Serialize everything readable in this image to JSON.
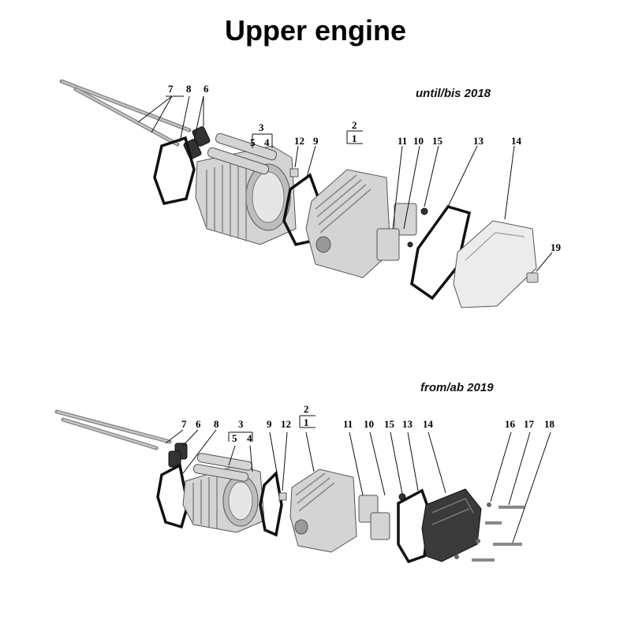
{
  "title": "Upper engine",
  "sections": [
    {
      "caption": "until/bis 2018",
      "labels": {
        "p7": "7",
        "p8": "8",
        "p6": "6",
        "p3": "3",
        "p5": "5",
        "p4": "4",
        "p12": "12",
        "p9": "9",
        "p2": "2",
        "p1": "1",
        "p11": "11",
        "p10": "10",
        "p15": "15",
        "p13": "13",
        "p14": "14",
        "p19": "19"
      }
    },
    {
      "caption": "from/ab 2019",
      "labels": {
        "p7": "7",
        "p6": "6",
        "p8": "8",
        "p3": "3",
        "p5": "5",
        "p4": "4",
        "p9": "9",
        "p12": "12",
        "p2": "2",
        "p1": "1",
        "p11": "11",
        "p10": "10",
        "p15": "15",
        "p13": "13",
        "p14": "14",
        "p16": "16",
        "p17": "17",
        "p18": "18"
      }
    }
  ]
}
